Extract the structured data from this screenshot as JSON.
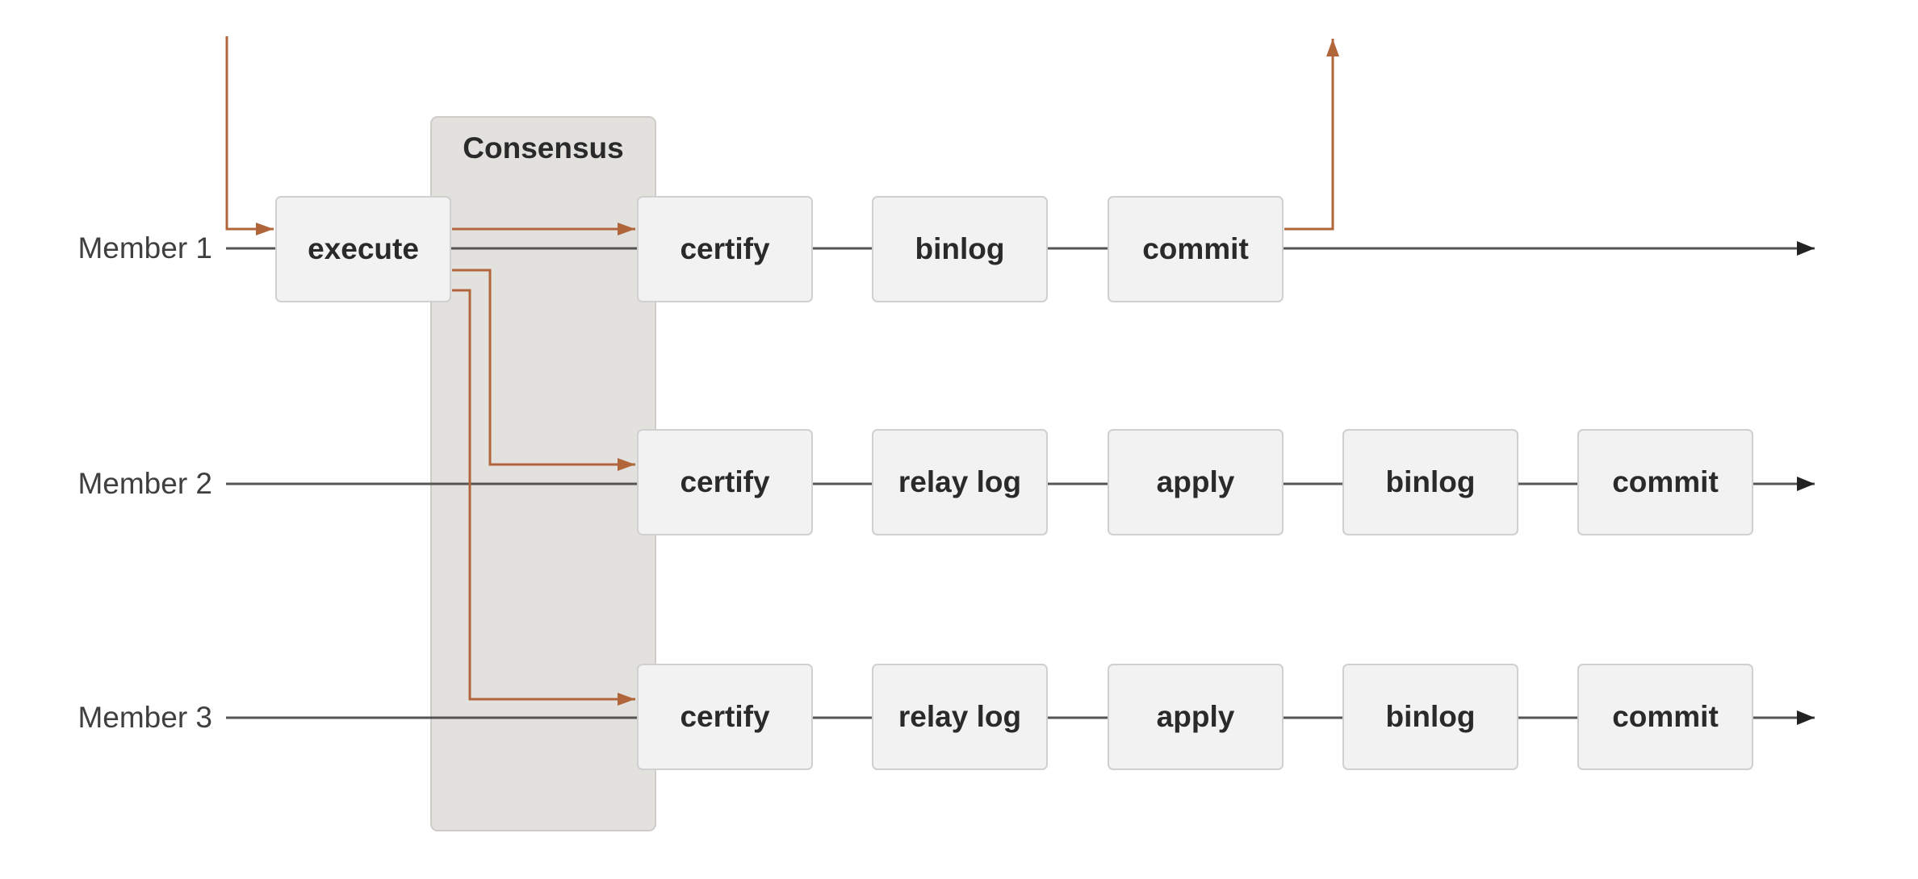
{
  "consensus": {
    "label": "Consensus"
  },
  "colors": {
    "lane": "#555555",
    "flow": "#b0663a",
    "box_fill": "#f2f2f2",
    "consensus_fill": "#e3e1de"
  },
  "members": [
    {
      "label": "Member 1",
      "steps": [
        "execute",
        "certify",
        "binlog",
        "commit"
      ]
    },
    {
      "label": "Member 2",
      "steps": [
        "certify",
        "relay log",
        "apply",
        "binlog",
        "commit"
      ]
    },
    {
      "label": "Member 3",
      "steps": [
        "certify",
        "relay log",
        "apply",
        "binlog",
        "commit"
      ]
    }
  ]
}
